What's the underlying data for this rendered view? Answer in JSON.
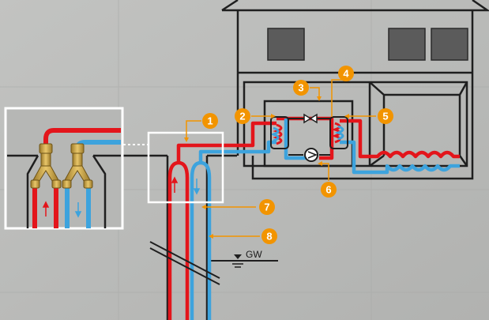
{
  "colors": {
    "background": "#b9bab8",
    "wall_line": "#1f1f1f",
    "hot_pipe": "#e3151b",
    "cold_pipe": "#3da3dd",
    "callout": "#f29400",
    "fitting_brass": "#d4a640",
    "window": "#5b5b5b",
    "highlight_box": "#ffffff"
  },
  "callouts": [
    {
      "number": "1",
      "icon": "callout-circle"
    },
    {
      "number": "2",
      "icon": "callout-circle"
    },
    {
      "number": "3",
      "icon": "callout-circle"
    },
    {
      "number": "4",
      "icon": "callout-circle"
    },
    {
      "number": "5",
      "icon": "callout-circle"
    },
    {
      "number": "6",
      "icon": "callout-circle"
    },
    {
      "number": "7",
      "icon": "callout-circle"
    },
    {
      "number": "8",
      "icon": "callout-circle"
    }
  ],
  "groundwater_label": "GW",
  "icons": {
    "up_arrow": "up-arrow-icon",
    "down_arrow": "down-arrow-icon",
    "expansion_valve": "valve-icon",
    "compressor": "compressor-icon",
    "groundwater_level": "water-level-icon"
  }
}
